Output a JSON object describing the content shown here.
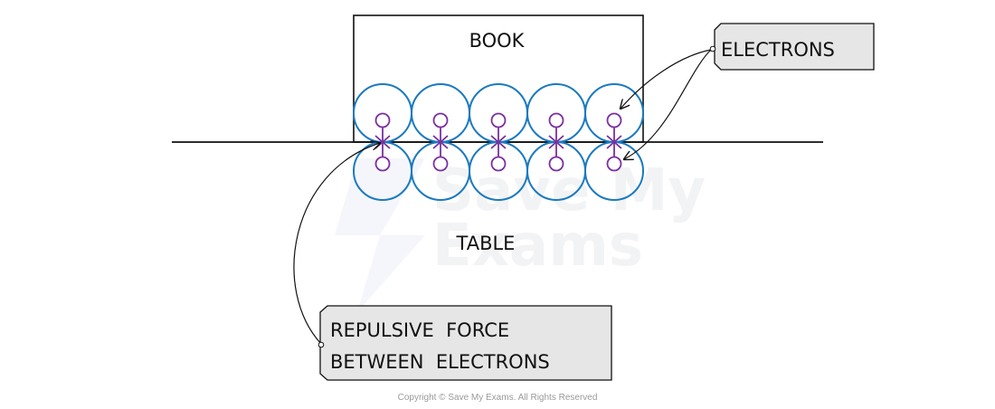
{
  "diagram": {
    "book_label": "BOOK",
    "table_label": "TABLE",
    "electrons_label": "ELECTRONS",
    "repulsive_label_line1": "REPULSIVE  FORCE",
    "repulsive_label_line2": "BETWEEN  ELECTRONS",
    "atom_pairs": 5,
    "watermark_line1": "Save My",
    "watermark_line2": "Exams",
    "copyright": "Copyright © Save My Exams. All Rights Reserved"
  },
  "colors": {
    "atom": "#1a7abf",
    "electron": "#7b2fa0",
    "label_fill": "#e6e6e6",
    "line": "#111111"
  }
}
